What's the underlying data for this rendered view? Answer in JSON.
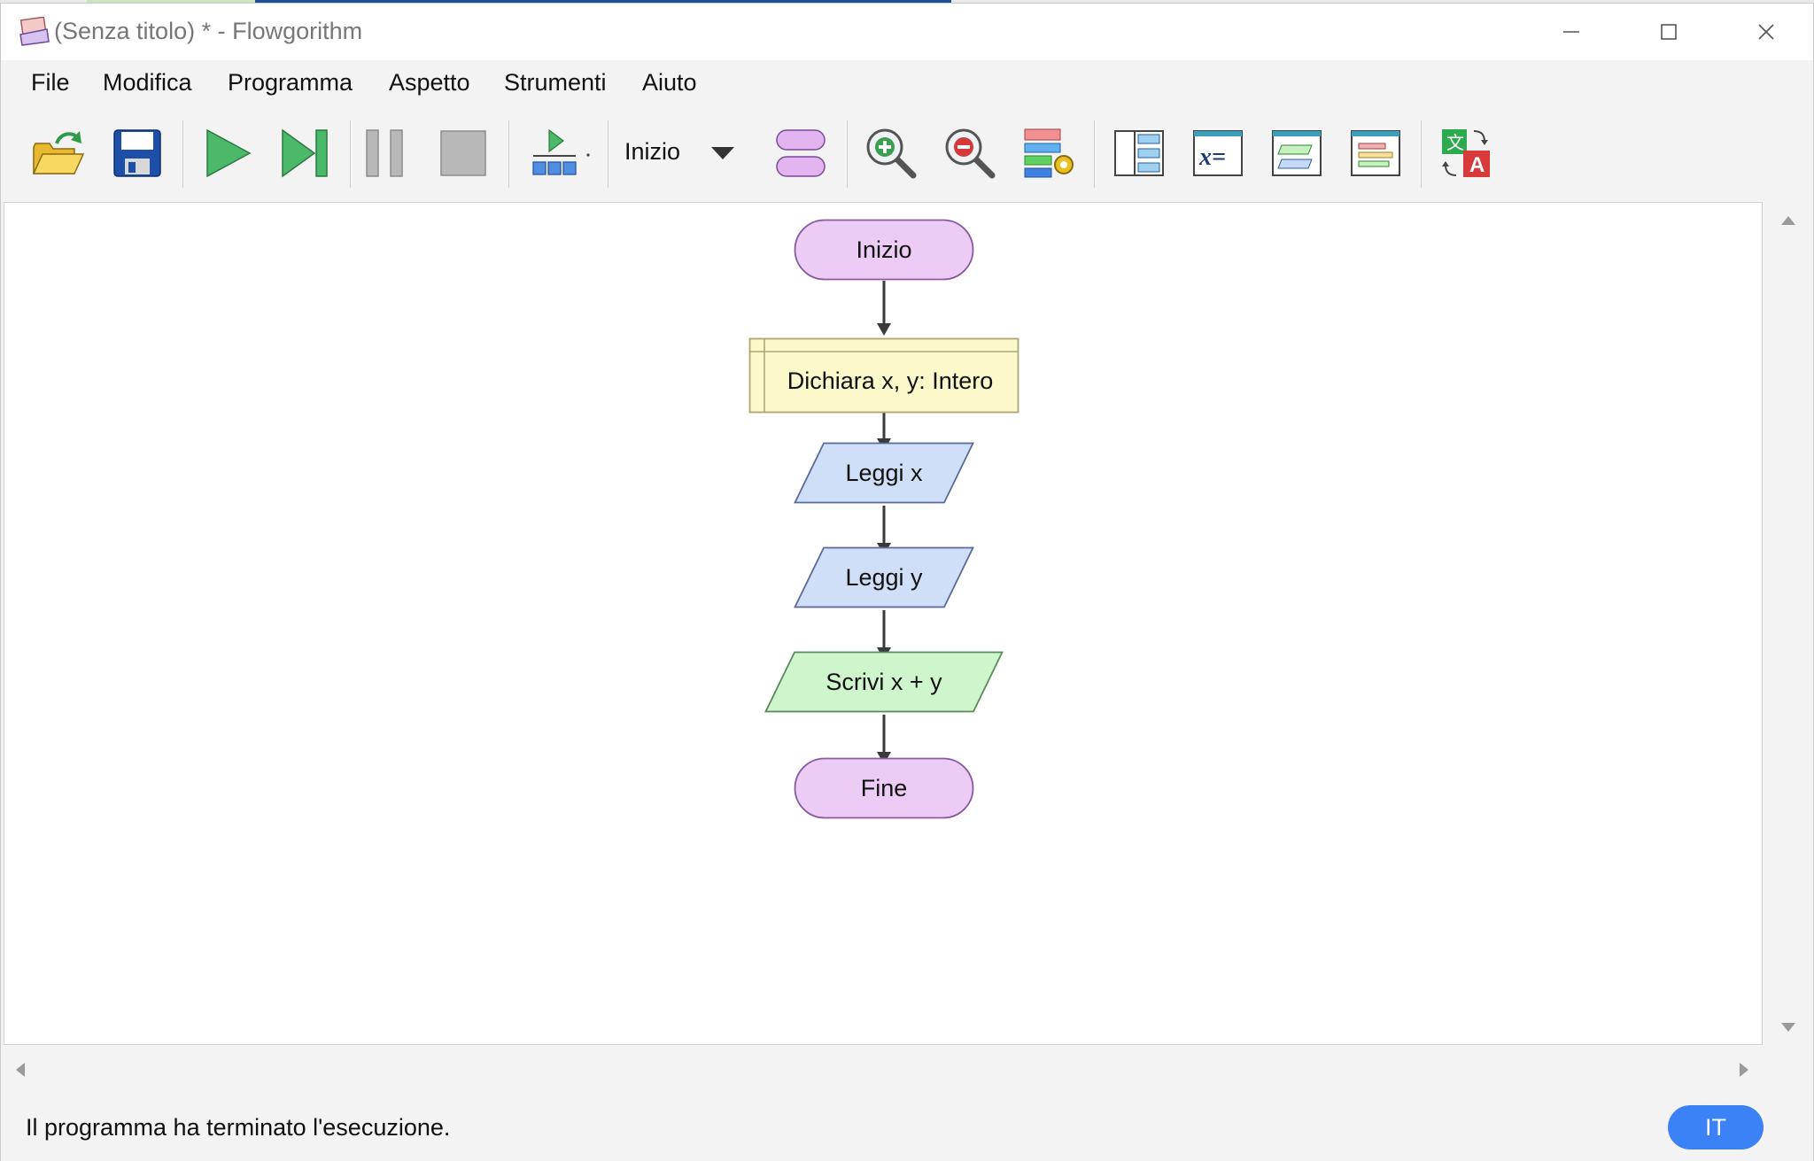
{
  "window": {
    "title": "(Senza titolo) * - Flowgorithm"
  },
  "menu": {
    "items": [
      "File",
      "Modifica",
      "Programma",
      "Aspetto",
      "Strumenti",
      "Aiuto"
    ]
  },
  "toolbar": {
    "function_select": "Inizio",
    "icons": [
      "open-folder-icon",
      "save-icon",
      "run-icon",
      "step-icon",
      "pause-icon",
      "stop-icon",
      "run-speed-icon",
      "function-shape-icon",
      "zoom-in-icon",
      "zoom-out-icon",
      "layout-settings-icon",
      "variables-window-icon",
      "variable-watch-icon",
      "output-window-icon",
      "source-code-icon",
      "translate-icon"
    ]
  },
  "flowchart": {
    "nodes": [
      {
        "type": "terminal",
        "label": "Inizio"
      },
      {
        "type": "declare",
        "label": "Dichiara x, y: Intero"
      },
      {
        "type": "input",
        "label": "Leggi x"
      },
      {
        "type": "input",
        "label": "Leggi y"
      },
      {
        "type": "output",
        "label": "Scrivi x + y"
      },
      {
        "type": "terminal",
        "label": "Fine"
      }
    ]
  },
  "status": {
    "message": "Il programma ha terminato l'esecuzione.",
    "language": "IT"
  },
  "colors": {
    "terminal_fill": "#ecccf5",
    "declare_fill": "#fbf9c9",
    "input_fill": "#cfdff8",
    "output_fill": "#cff5cc",
    "accent": "#3b82f6"
  }
}
